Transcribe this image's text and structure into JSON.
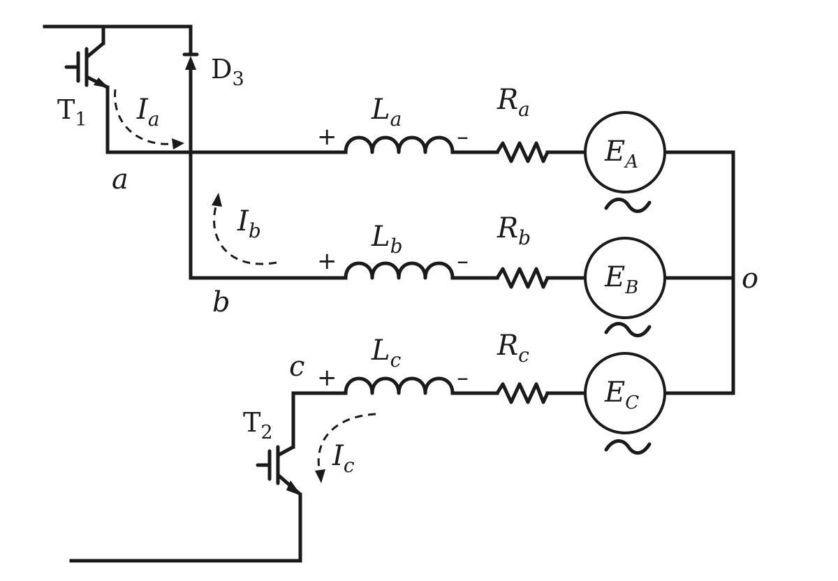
{
  "labels": {
    "t1": {
      "main": "T",
      "sub": "1"
    },
    "t2": {
      "main": "T",
      "sub": "2"
    },
    "d3": {
      "main": "D",
      "sub": "3"
    },
    "ia": {
      "main": "I",
      "sub": "a"
    },
    "ib": {
      "main": "I",
      "sub": "b"
    },
    "ic": {
      "main": "I",
      "sub": "c"
    },
    "la": {
      "main": "L",
      "sub": "a"
    },
    "lb": {
      "main": "L",
      "sub": "b"
    },
    "lc": {
      "main": "L",
      "sub": "c"
    },
    "ra": {
      "main": "R",
      "sub": "a"
    },
    "rb": {
      "main": "R",
      "sub": "b"
    },
    "rc": {
      "main": "R",
      "sub": "c"
    },
    "ea": {
      "main": "E",
      "sub": "A"
    },
    "eb": {
      "main": "E",
      "sub": "B"
    },
    "ec": {
      "main": "E",
      "sub": "C"
    },
    "node_a": "a",
    "node_b": "b",
    "node_c": "c",
    "node_o": "o",
    "plus": "+",
    "minus": "–",
    "ac": "~"
  }
}
